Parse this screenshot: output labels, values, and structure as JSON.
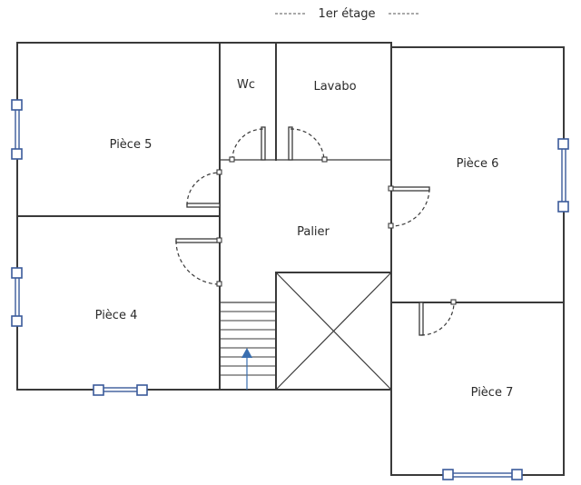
{
  "title": "1er étage",
  "rooms": {
    "piece5": "Pièce 5",
    "wc": "Wc",
    "lavabo": "Lavabo",
    "piece6": "Pièce 6",
    "palier": "Palier",
    "piece4": "Pièce 4",
    "piece7": "Pièce 7"
  },
  "colors": {
    "walls": "#3a3a3a",
    "windows": "#3a5a9a",
    "stair_arrow": "#3a6fb0"
  }
}
